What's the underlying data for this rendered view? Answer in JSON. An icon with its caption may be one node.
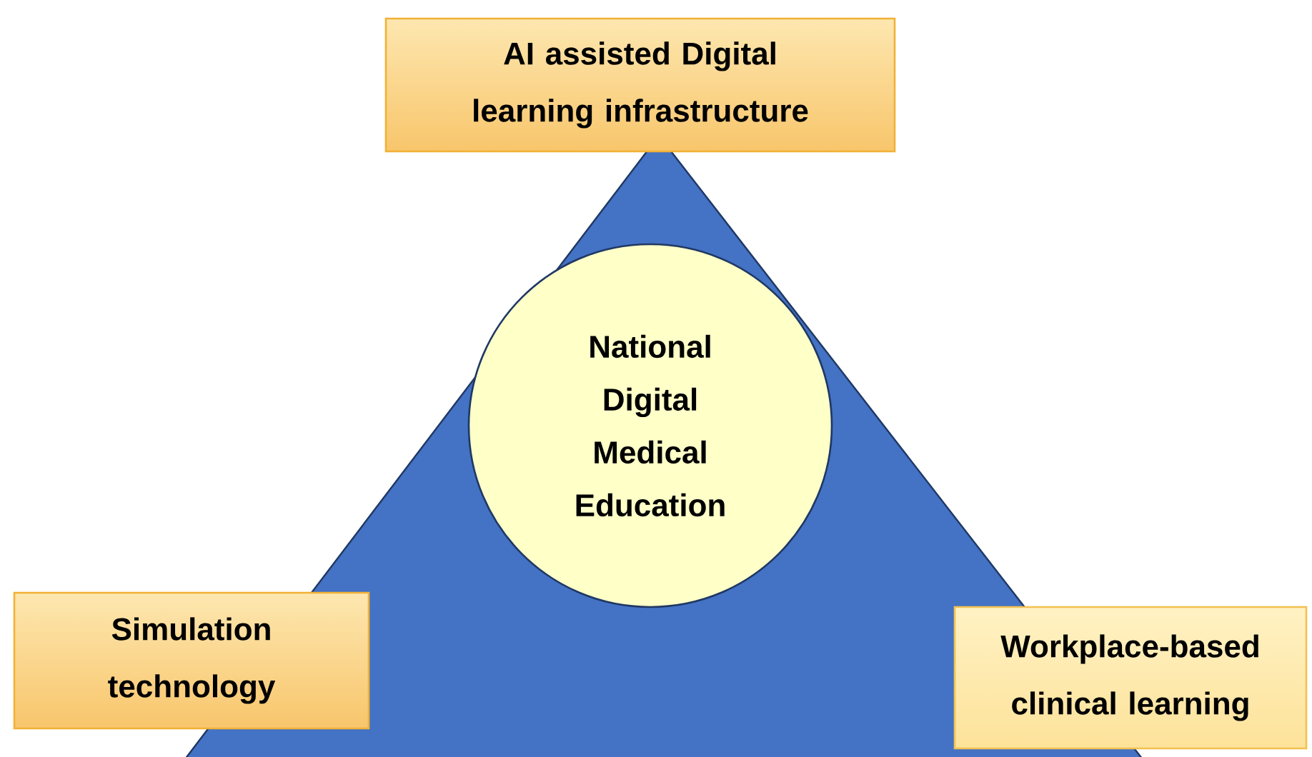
{
  "diagram": {
    "nodes": [
      {
        "text": [
          "AI assisted Digital learning infrastructure"
        ]
      },
      {
        "text": [
          "National Digital Medical Education"
        ]
      },
      {
        "text": [
          "Simulation technology"
        ]
      },
      {
        "text": [
          "Workplace-based clinical learning"
        ]
      }
    ]
  }
}
